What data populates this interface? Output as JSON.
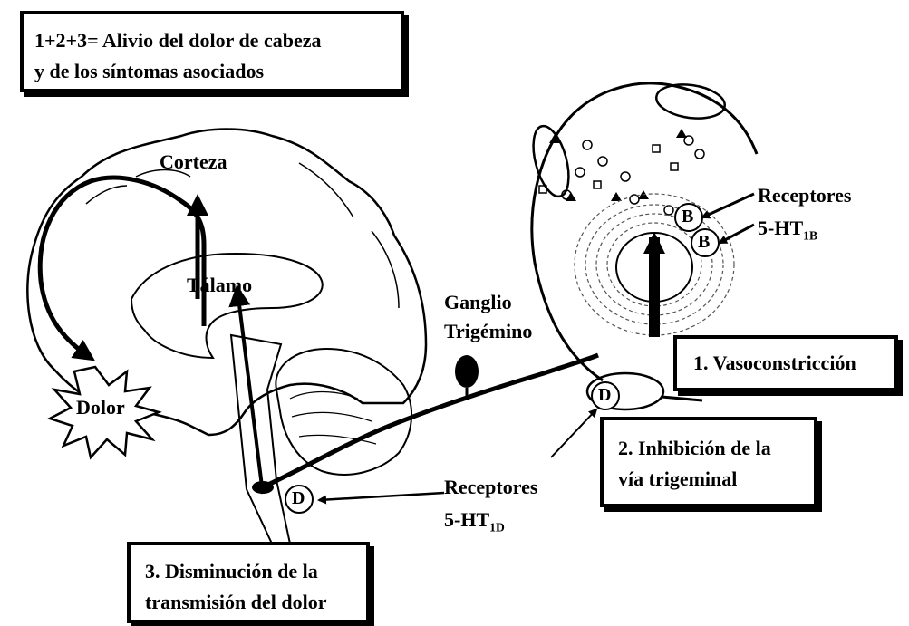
{
  "summary_box": {
    "line1": "1+2+3= Alivio del dolor de cabeza",
    "line2": "y de los síntomas asociados"
  },
  "labels": {
    "corteza": "Corteza",
    "talamo": "Tálamo",
    "dolor": "Dolor",
    "ganglio_line1": "Ganglio",
    "ganglio_line2": "Trigémino",
    "receptores_1b_title": "Receptores",
    "receptores_1b_type": "5-HT",
    "receptores_1b_sub": "1B",
    "receptores_1d_title": "Receptores",
    "receptores_1d_type": "5-HT",
    "receptores_1d_sub": "1D",
    "receptor_b": "B",
    "receptor_d": "D"
  },
  "step_boxes": {
    "vasoconstriccion": "1. Vasoconstricción",
    "inhibicion_line1": "2. Inhibición de la",
    "inhibicion_line2": "vía trigeminal",
    "disminucion_line1": "3. Disminución de la",
    "disminucion_line2": "transmisión del dolor"
  }
}
